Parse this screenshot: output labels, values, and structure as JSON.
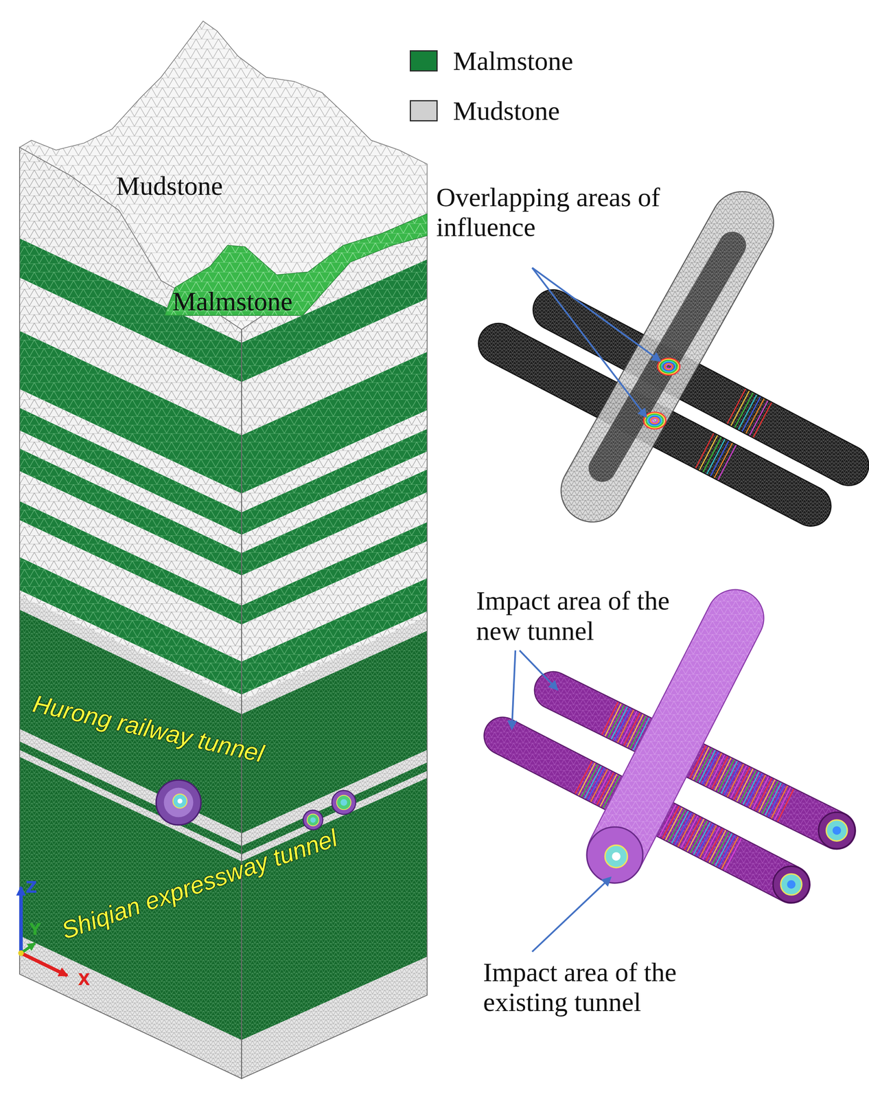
{
  "diagram": {
    "labels": [
      "Mudstone",
      "Malmstone",
      "Hurong railway tunnel",
      "Shiqian expressway tunnel",
      "Z",
      "Y",
      "X",
      "Overlapping areas of influence",
      "Impact area of the new tunnel",
      "Impact area of the existing tunnel"
    ],
    "legend": [
      {
        "text": "Malmstone",
        "color": "#168039"
      },
      {
        "text": "Mudstone",
        "color": "#d0d0d0"
      }
    ]
  }
}
